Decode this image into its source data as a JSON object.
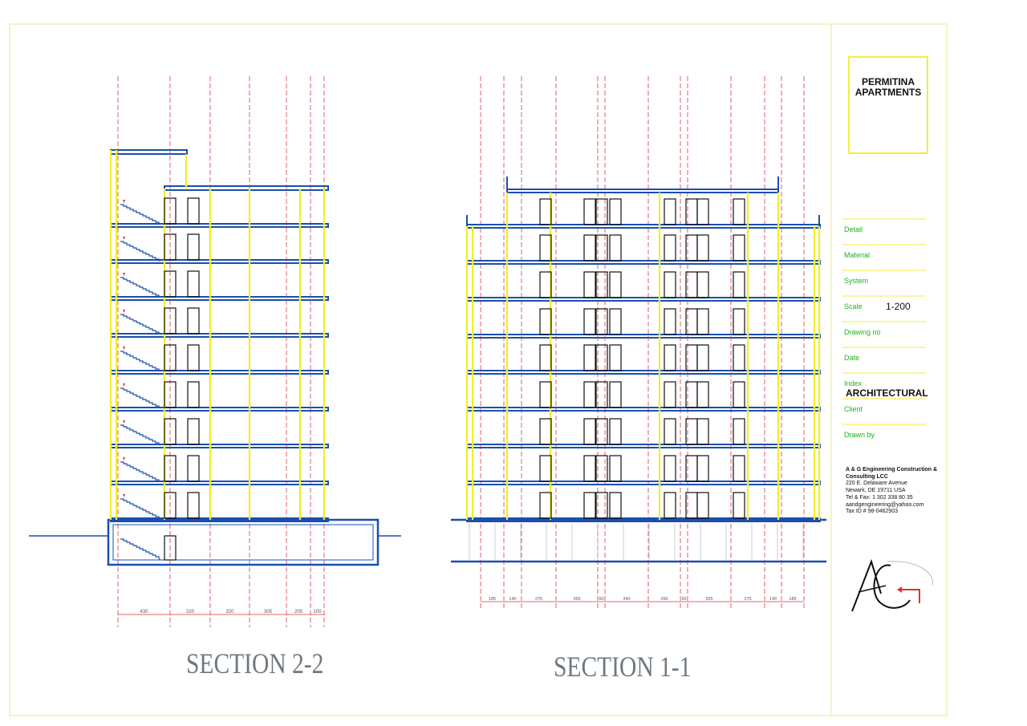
{
  "sheet": {
    "project_title": "PERMITINA\nAPARTMENTS",
    "project_title_line1": "PERMITINA",
    "project_title_line2": "APARTMENTS",
    "fields": [
      {
        "label": "Detail",
        "value": ""
      },
      {
        "label": "Material",
        "value": ""
      },
      {
        "label": "System",
        "value": ""
      },
      {
        "label": "Scale",
        "value": "1-200"
      },
      {
        "label": "Drawing no",
        "value": ""
      },
      {
        "label": "Date",
        "value": ""
      },
      {
        "label": "Index",
        "value": "ARCHITECTURAL"
      },
      {
        "label": "Client",
        "value": ""
      },
      {
        "label": "Drawn by",
        "value": ""
      }
    ],
    "company": {
      "name_line1": "A & G Engineering Construction &",
      "name_line2": "Consulting LCC",
      "address1": "220 E. Delaware Avenue",
      "address2": "Newark, DE 19711 USA",
      "phone": "Tel & Fax: 1 302 338 80 35",
      "email": "aandgengineering@yahoo.com",
      "tax": "Tax ID # 98-0462903"
    },
    "logo_text": "A&G"
  },
  "sections": {
    "left_title": "SECTION 2-2",
    "right_title": "SECTION 1-1",
    "left_dims": [
      "430",
      "320",
      "320",
      "305",
      "205",
      "100"
    ],
    "right_dims": [
      "185",
      "140",
      "275",
      "355",
      "60",
      "340",
      "260",
      "60",
      "355",
      "275",
      "140",
      "185"
    ]
  },
  "colors": {
    "slab": "#1a4fb0",
    "wall": "#f2ee2a",
    "axis": "#d9363e",
    "frame": "#f0e58a",
    "title_gray": "#6e7880",
    "field_green": "#1db31d",
    "ink": "#111111"
  }
}
